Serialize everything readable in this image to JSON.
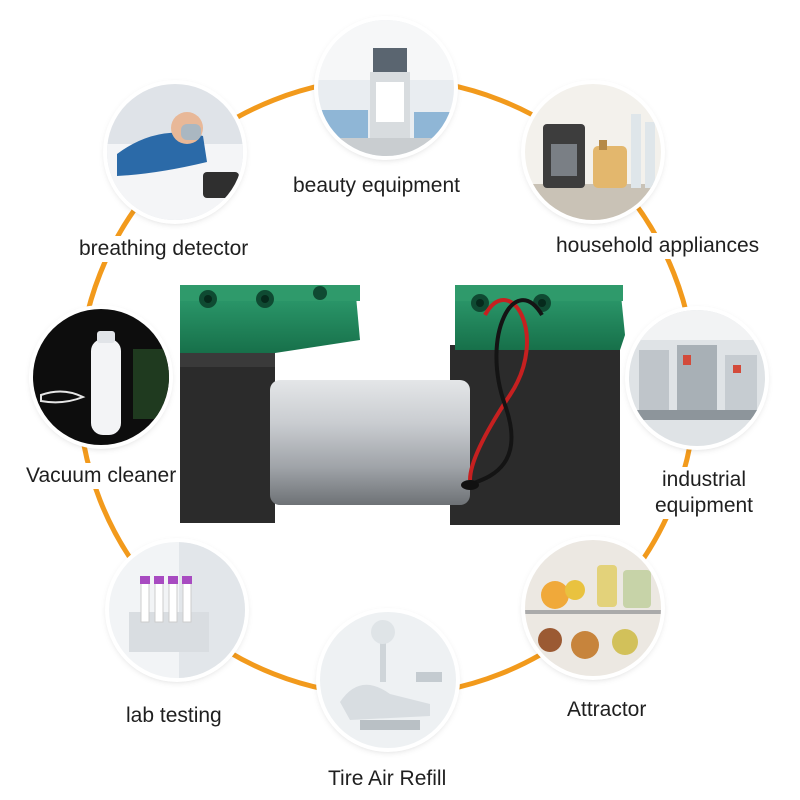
{
  "applications": [
    {
      "id": "beauty",
      "label": "beauty equipment",
      "icon": "beauty-device-photo"
    },
    {
      "id": "household",
      "label": "household appliances",
      "icon": "kitchen-appliances-photo"
    },
    {
      "id": "industrial",
      "label": "industrial equipment",
      "icon": "factory-line-photo"
    },
    {
      "id": "attractor",
      "label": "Attractor",
      "icon": "vacuum-food-bags-photo"
    },
    {
      "id": "tire",
      "label": "Tire Air Refill",
      "icon": "dental-chair-photo"
    },
    {
      "id": "lab",
      "label": "lab testing",
      "icon": "test-tube-rack-photo"
    },
    {
      "id": "vacuum",
      "label": "Vacuum cleaner",
      "icon": "humidifier-photo"
    },
    {
      "id": "breathing",
      "label": "breathing detector",
      "icon": "cpap-mask-photo"
    }
  ],
  "colors": {
    "ring": "#f29a1c",
    "pump_head": "#1f8a5a",
    "pump_body": "#2a2a2a",
    "motor": "#b8bcc0"
  },
  "product": {
    "icon": "dual-head-diaphragm-pump-photo"
  }
}
